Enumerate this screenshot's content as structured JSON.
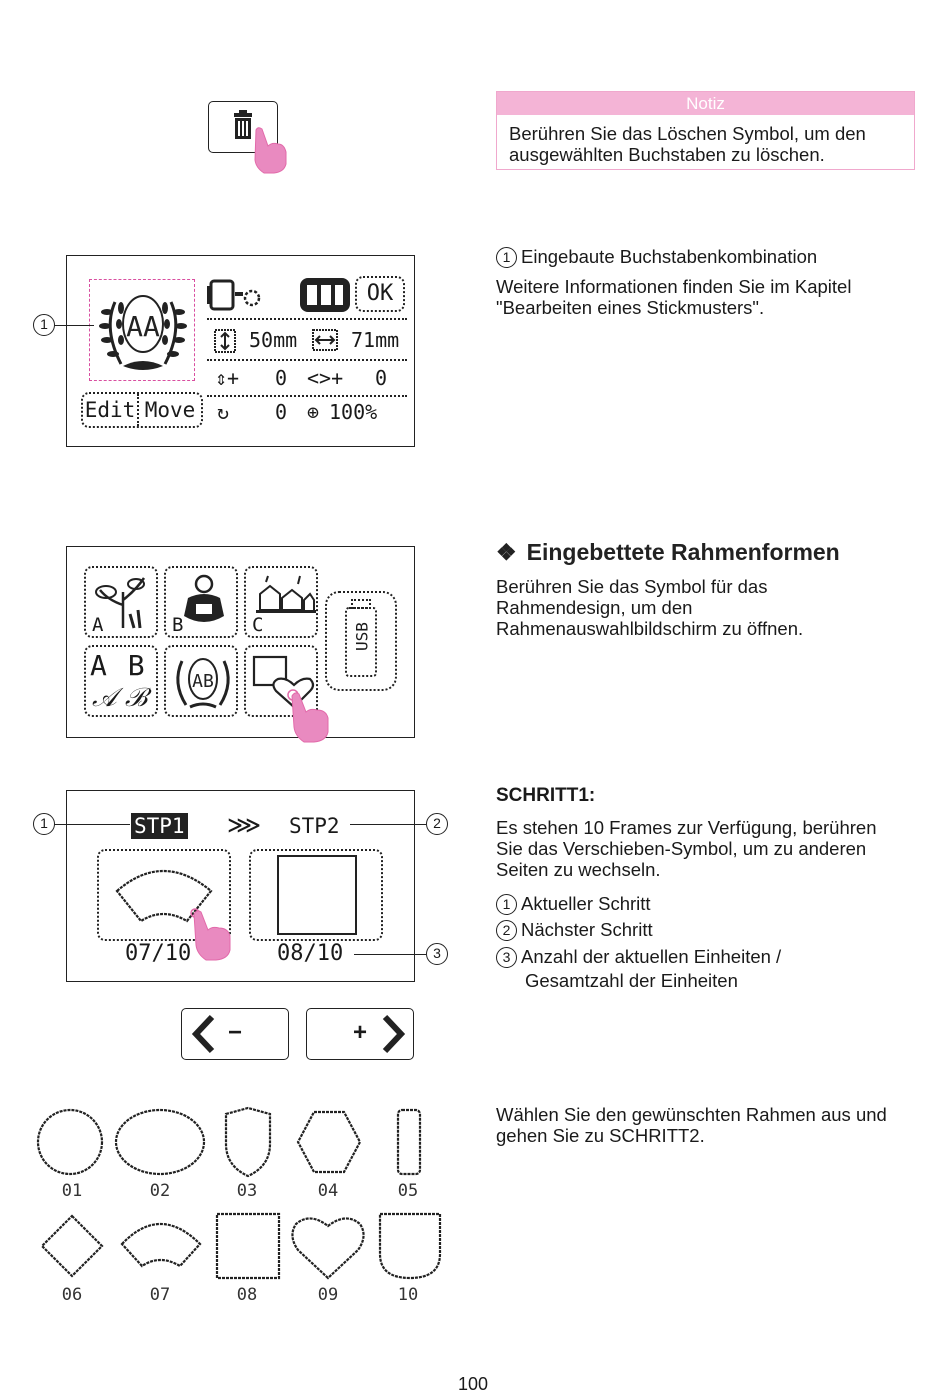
{
  "note": {
    "title": "Notiz",
    "text": "Berühren Sie das Löschen Symbol, um den ausgewählten Buchstaben zu löschen."
  },
  "screen1": {
    "edit_label": "Edit",
    "move_label": "Move",
    "ok_label": "OK",
    "height_value": "50mm",
    "width_value": "71mm",
    "v_offset": "0",
    "h_offset": "0",
    "rotate_value": "0",
    "zoom_value": "100%",
    "callout": "1"
  },
  "section_builtin": {
    "heading_num": "1",
    "heading": "Eingebaute Buchstabenkombination",
    "body": "Weitere Informationen finden Sie im Kapitel \"Bearbeiten eines Stickmusters\"."
  },
  "screen2": {
    "tiles": [
      "A",
      "B",
      "C"
    ],
    "letters_ab": "A B",
    "script_ab": "𝒜 ℬ",
    "usb_label": "USB"
  },
  "section_frames": {
    "heading_icon": "❖",
    "heading": "Eingebettete Rahmenformen",
    "body": "Berühren Sie das Symbol für das Rahmendesign, um den Rahmenauswahlbildschirm zu öffnen."
  },
  "screen3": {
    "step_current": "STP1",
    "arrows": "⋙",
    "step_next": "STP2",
    "count_left": "07/10",
    "count_right": "08/10",
    "callouts": [
      "1",
      "2",
      "3"
    ]
  },
  "nav_buttons": {
    "prev_label": "−",
    "next_label": "+"
  },
  "section_step1": {
    "heading": "SCHRITT1:",
    "body": "Es stehen 10 Frames zur Verfügung, berühren Sie das Verschieben-Symbol, um zu anderen Seiten zu wechseln.",
    "items": [
      {
        "num": "1",
        "text": "Aktueller Schritt"
      },
      {
        "num": "2",
        "text": "Nächster Schritt"
      },
      {
        "num": "3",
        "text": "Anzahl der aktuellen Einheiten / Gesamtzahl der Einheiten"
      }
    ]
  },
  "frames": {
    "labels": [
      "01",
      "02",
      "03",
      "04",
      "05",
      "06",
      "07",
      "08",
      "09",
      "10"
    ]
  },
  "section_choose": {
    "body": "Wählen Sie den gewünschten Rahmen aus und gehen Sie zu SCHRITT2."
  },
  "page_number": "100"
}
